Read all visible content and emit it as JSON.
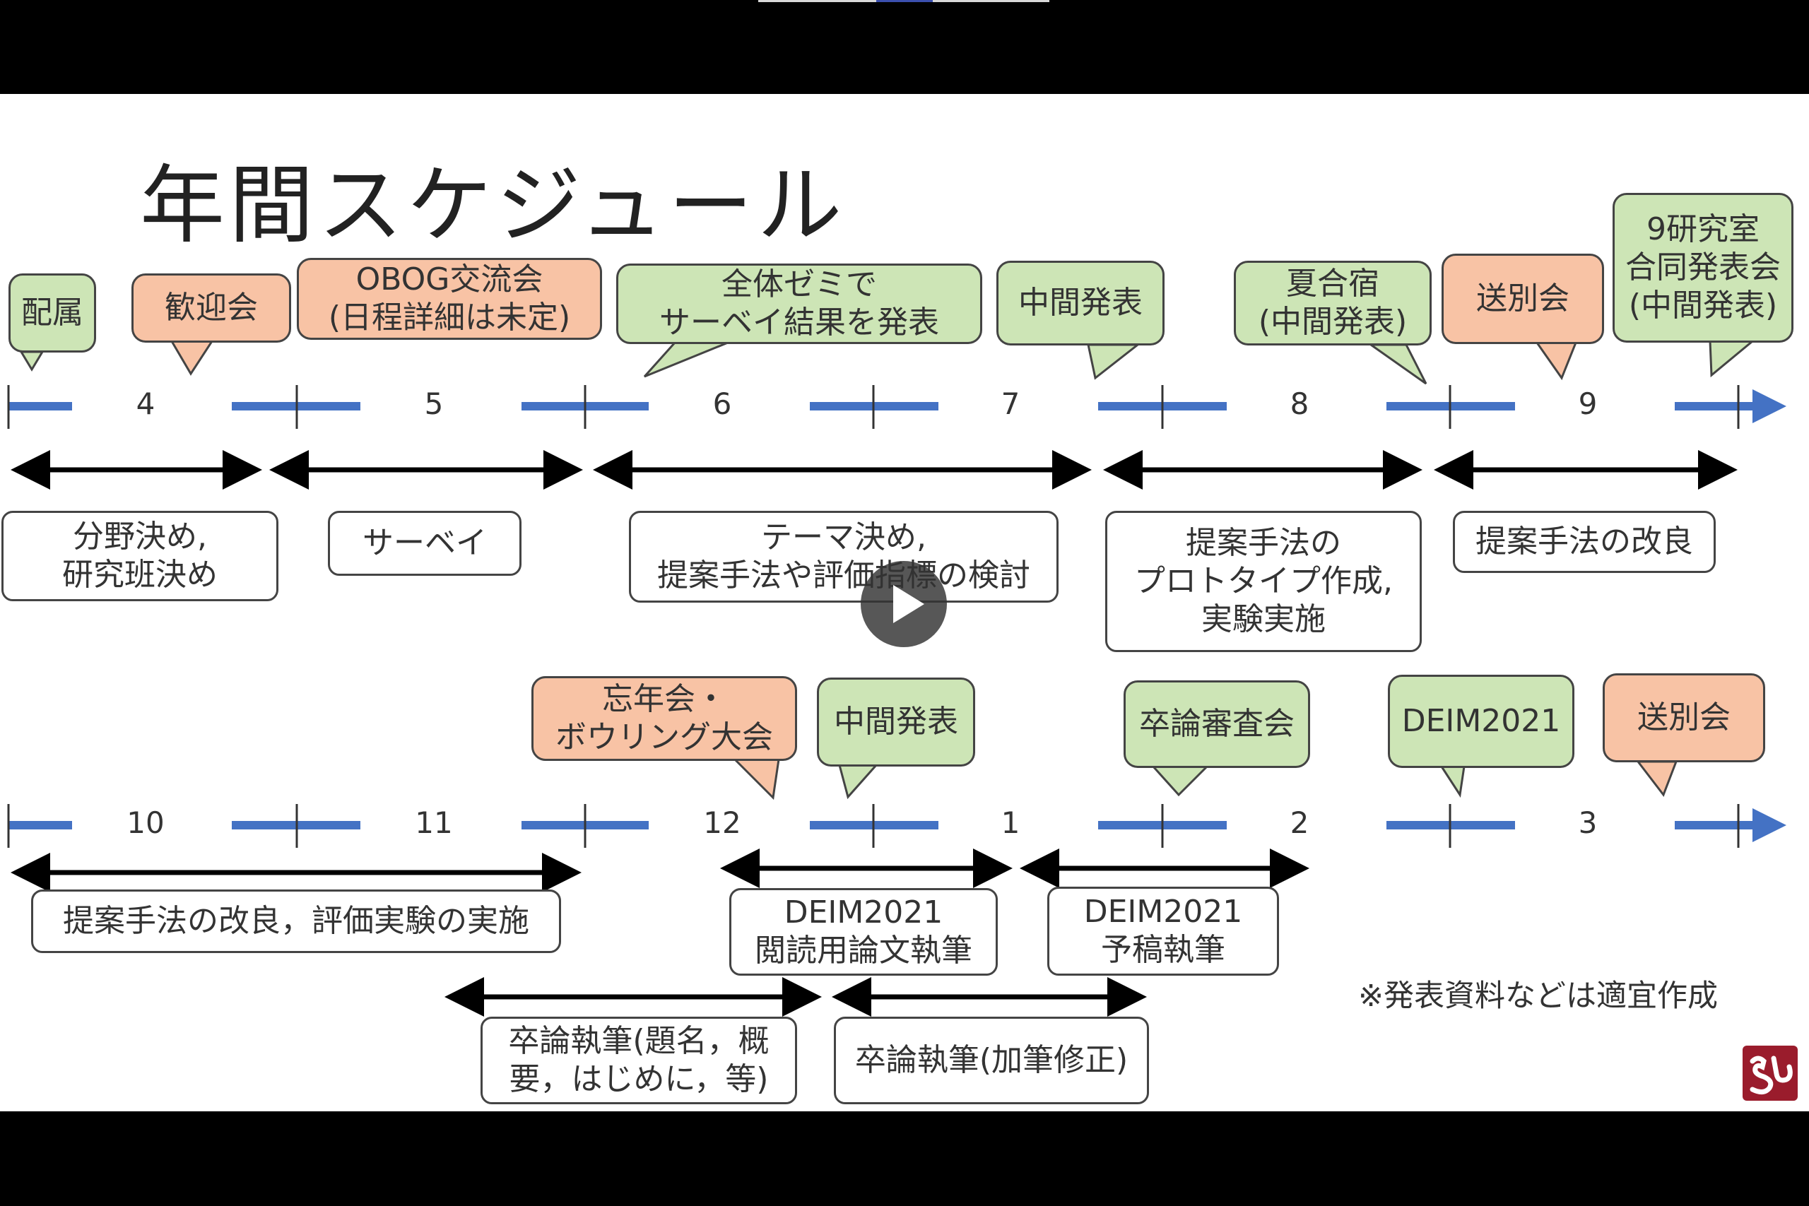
{
  "slide": {
    "title": "年間スケジュール",
    "footnote": "※発表資料などは適宜作成"
  },
  "timeline1": {
    "months": [
      "4",
      "5",
      "6",
      "7",
      "8",
      "9"
    ],
    "events": [
      {
        "id": "haizoku",
        "text": "配属",
        "type": "social-event-green"
      },
      {
        "id": "kangeikai",
        "text": "歓迎会",
        "type": "social-event-salmon"
      },
      {
        "id": "obog",
        "text": "OBOG交流会\n(日程詳細は未定)",
        "type": "social-event-salmon"
      },
      {
        "id": "zentai-zemi",
        "text": "全体ゼミで\nサーベイ結果を発表",
        "type": "presentation-green"
      },
      {
        "id": "chukan1",
        "text": "中間発表",
        "type": "presentation-green"
      },
      {
        "id": "natsu-gasshuku",
        "text": "夏合宿\n(中間発表)",
        "type": "presentation-green"
      },
      {
        "id": "soubetsu1",
        "text": "送別会",
        "type": "social-event-salmon"
      },
      {
        "id": "goudou",
        "text": "9研究室\n合同発表会\n(中間発表)",
        "type": "presentation-green"
      }
    ],
    "tasks": [
      {
        "id": "bunya",
        "text": "分野決め,\n研究班決め"
      },
      {
        "id": "survey",
        "text": "サーベイ"
      },
      {
        "id": "theme",
        "text": "テーマ決め,\n提案手法や評価指標の検討"
      },
      {
        "id": "prototype",
        "text": "提案手法の\nプロトタイプ作成,\n実験実施"
      },
      {
        "id": "kairyou1",
        "text": "提案手法の改良"
      }
    ]
  },
  "timeline2": {
    "months": [
      "10",
      "11",
      "12",
      "1",
      "2",
      "3"
    ],
    "events": [
      {
        "id": "bonenkai",
        "text": "忘年会・\nボウリング大会",
        "type": "social-event-salmon"
      },
      {
        "id": "chukan2",
        "text": "中間発表",
        "type": "presentation-green"
      },
      {
        "id": "shinsakai",
        "text": "卒論審査会",
        "type": "presentation-green"
      },
      {
        "id": "deim",
        "text": "DEIM2021",
        "type": "presentation-green"
      },
      {
        "id": "soubetsu2",
        "text": "送別会",
        "type": "social-event-salmon"
      }
    ],
    "tasks": [
      {
        "id": "kairyou2",
        "text": "提案手法の改良，評価実験の実施"
      },
      {
        "id": "deim-etsudoku",
        "text": "DEIM2021\n閲読用論文執筆"
      },
      {
        "id": "deim-yokou",
        "text": "DEIM2021\n予稿執筆"
      },
      {
        "id": "sotsuron1",
        "text": "卒論執筆(題名，概\n要，はじめに，等)"
      },
      {
        "id": "sotsuron2",
        "text": "卒論執筆(加筆修正)"
      }
    ]
  },
  "colors": {
    "axis": "#4472c4",
    "green": "#cde5b6",
    "salmon": "#f8c3a5",
    "arrow": "#000000"
  },
  "icons": {
    "play": "play-icon",
    "logo": "lab-logo-icon"
  }
}
